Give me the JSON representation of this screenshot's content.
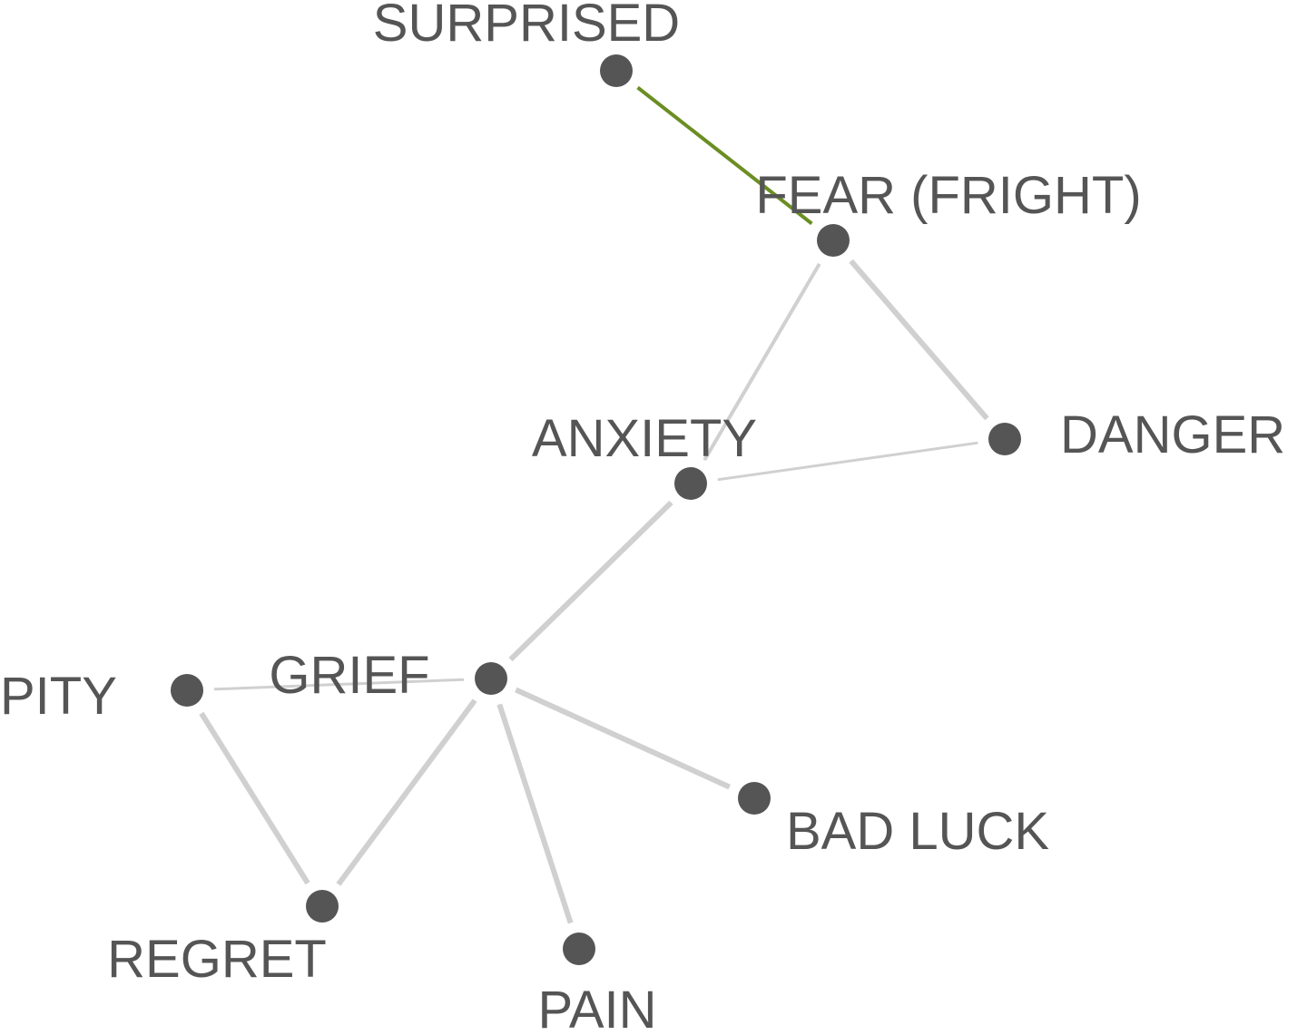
{
  "nodes": [
    {
      "id": "surprised",
      "label": "SURPRISED"
    },
    {
      "id": "fear",
      "label": "FEAR (FRIGHT)"
    },
    {
      "id": "anxiety",
      "label": "ANXIETY"
    },
    {
      "id": "danger",
      "label": "DANGER"
    },
    {
      "id": "grief",
      "label": "GRIEF"
    },
    {
      "id": "pity",
      "label": "PITY"
    },
    {
      "id": "bad_luck",
      "label": "BAD LUCK"
    },
    {
      "id": "regret",
      "label": "REGRET"
    },
    {
      "id": "pain",
      "label": "PAIN"
    }
  ],
  "edges": [
    {
      "source": "surprised",
      "target": "fear",
      "color": "#6b8e23",
      "weight": "medium"
    },
    {
      "source": "fear",
      "target": "anxiety",
      "color": "#d0d0d0",
      "weight": "medium"
    },
    {
      "source": "fear",
      "target": "danger",
      "color": "#d0d0d0",
      "weight": "heavy"
    },
    {
      "source": "anxiety",
      "target": "danger",
      "color": "#d0d0d0",
      "weight": "light"
    },
    {
      "source": "anxiety",
      "target": "grief",
      "color": "#d0d0d0",
      "weight": "heavy"
    },
    {
      "source": "grief",
      "target": "pity",
      "color": "#d0d0d0",
      "weight": "light"
    },
    {
      "source": "grief",
      "target": "bad_luck",
      "color": "#d0d0d0",
      "weight": "heavy"
    },
    {
      "source": "grief",
      "target": "regret",
      "color": "#d0d0d0",
      "weight": "heavy"
    },
    {
      "source": "grief",
      "target": "pain",
      "color": "#d0d0d0",
      "weight": "heavy"
    },
    {
      "source": "pity",
      "target": "regret",
      "color": "#d0d0d0",
      "weight": "heavy"
    }
  ],
  "colors": {
    "node": "#555555",
    "label": "#555555",
    "edge_default": "#d0d0d0",
    "edge_highlight": "#6b8e23"
  }
}
